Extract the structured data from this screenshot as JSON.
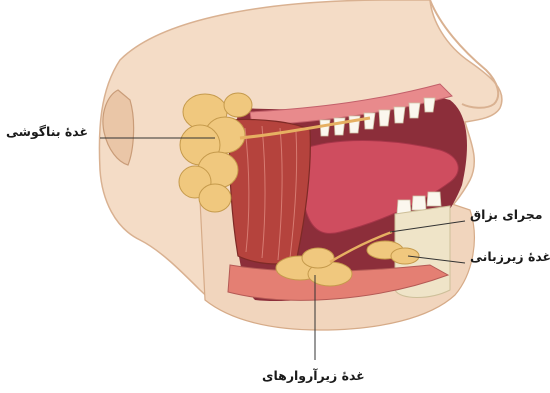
{
  "labels": {
    "parotid": "غدهٔ بناگوشی",
    "duct": "مجرای بزاق",
    "sublingual": "غدهٔ زیرزبانی",
    "submandibular": "غدهٔ زیرآروارهای"
  },
  "colors": {
    "skin": "#f4dcc6",
    "skin_shadow": "#e6c1a0",
    "gland": "#f0c87e",
    "muscle": "#b5433d",
    "tongue": "#cf4d5f",
    "mouth_interior": "#8c2e3a",
    "gum": "#e88a8c",
    "teeth": "#fbf7ee",
    "bone": "#efe4c8",
    "leader_line": "#333333"
  }
}
